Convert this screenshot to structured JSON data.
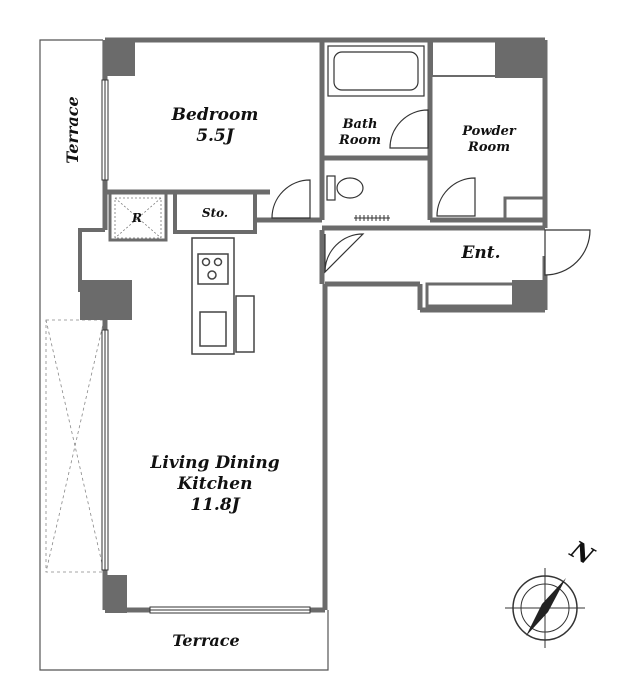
{
  "rooms": {
    "bedroom": {
      "name": "Bedroom",
      "size": "5.5J"
    },
    "bath": {
      "line1": "Bath",
      "line2": "Room"
    },
    "powder": {
      "line1": "Powder",
      "line2": "Room"
    },
    "storage": "Sto.",
    "refrigerator": "R",
    "entrance": "Ent.",
    "ldk": {
      "line1": "Living Dining",
      "line2": "Kitchen",
      "size": "11.8J"
    }
  },
  "terraces": {
    "west": "Terrace",
    "south": "Terrace"
  },
  "compass": {
    "letter": "N"
  },
  "colors": {
    "wall": "#6b6b6b",
    "column": "#6b6b6b",
    "line": "#222222",
    "dash": "#888888"
  }
}
